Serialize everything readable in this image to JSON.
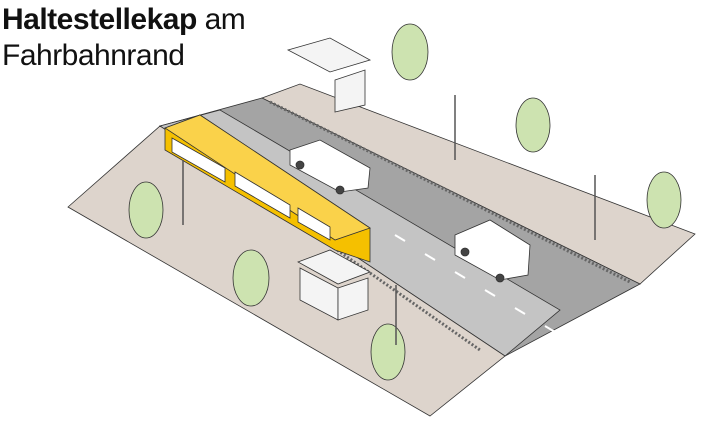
{
  "title": {
    "bold": "Haltestellekap",
    "rest": "am",
    "line2": "Fahrbahnrand"
  },
  "colors": {
    "tram": "#f5c000",
    "sidewalk": "#ddd4cc",
    "road": "#9a9a9a",
    "tree": "#cde3b0",
    "line": "#333333"
  }
}
